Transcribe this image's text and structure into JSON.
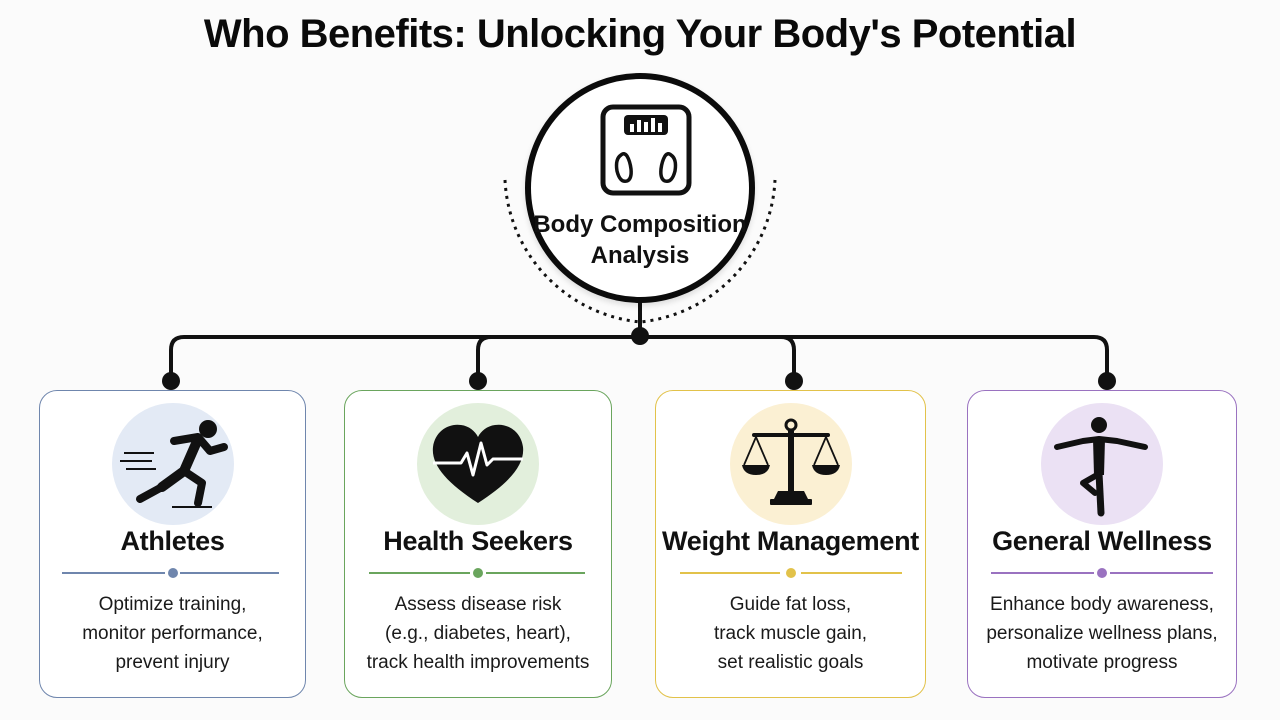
{
  "title": "Who Benefits: Unlocking Your Body's Potential",
  "hub": {
    "label_line1": "Body Composition",
    "label_line2": "Analysis",
    "icon": "body-composition-scale-icon"
  },
  "cards": [
    {
      "title": "Athletes",
      "icon": "runner-icon",
      "accent": "#6f86ad",
      "tint": "#e3eaf5",
      "desc": [
        "Optimize training,",
        "monitor performance,",
        "prevent injury"
      ]
    },
    {
      "title": "Health Seekers",
      "icon": "heartbeat-icon",
      "accent": "#6aa55d",
      "tint": "#e2efdc",
      "desc": [
        "Assess disease risk",
        "(e.g., diabetes, heart),",
        "track health improvements"
      ]
    },
    {
      "title": "Weight Management",
      "icon": "balance-scale-icon",
      "accent": "#e2c24a",
      "tint": "#fbf0d3",
      "desc": [
        "Guide fat loss,",
        "track muscle gain,",
        "set realistic goals"
      ]
    },
    {
      "title": "General Wellness",
      "icon": "yoga-pose-icon",
      "accent": "#9a72c0",
      "tint": "#ebe1f4",
      "desc": [
        "Enhance body awareness,",
        "personalize wellness plans,",
        "motivate progress"
      ]
    }
  ]
}
